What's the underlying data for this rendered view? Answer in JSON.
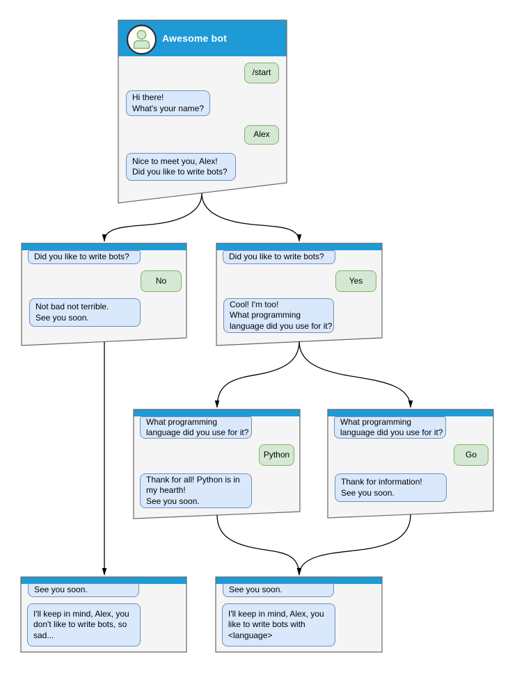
{
  "colors": {
    "header_blue": "#1E9BD7",
    "window_fill": "#F5F5F5",
    "window_border": "#666666",
    "bot_fill": "#DAE8FC",
    "bot_border": "#6C8EBF",
    "user_fill": "#D5E8D4",
    "user_border": "#82B366",
    "arrow_color": "#000000"
  },
  "windows": [
    {
      "id": "awesome-bot",
      "title": "Awesome bot",
      "avatar_icon": "person-icon",
      "messages": [
        {
          "sender": "user",
          "text": "/start"
        },
        {
          "sender": "bot",
          "text": "Hi there!\nWhat's your name?"
        },
        {
          "sender": "user",
          "text": "Alex"
        },
        {
          "sender": "bot",
          "text": "Nice to meet you, Alex!\nDid you like to write bots?"
        }
      ]
    },
    {
      "id": "branch-no",
      "title": "",
      "messages": [
        {
          "sender": "bot",
          "text": "Did you like to write bots?"
        },
        {
          "sender": "user",
          "text": "No"
        },
        {
          "sender": "bot",
          "text": "Not bad not terrible.\nSee you soon."
        }
      ]
    },
    {
      "id": "branch-yes",
      "title": "",
      "messages": [
        {
          "sender": "bot",
          "text": "Did you like to write bots?"
        },
        {
          "sender": "user",
          "text": "Yes"
        },
        {
          "sender": "bot",
          "text": "Cool! I'm too!\nWhat programming\nlanguage did you use for it?"
        }
      ]
    },
    {
      "id": "branch-python",
      "title": "",
      "messages": [
        {
          "sender": "bot",
          "text": "What programming\nlanguage did you use for it?"
        },
        {
          "sender": "user",
          "text": "Python"
        },
        {
          "sender": "bot",
          "text": "Thank for all! Python is in\nmy hearth!\nSee you soon."
        }
      ]
    },
    {
      "id": "branch-go",
      "title": "",
      "messages": [
        {
          "sender": "bot",
          "text": "What programming\nlanguage did you use for it?"
        },
        {
          "sender": "user",
          "text": "Go"
        },
        {
          "sender": "bot",
          "text": "Thank for information!\nSee you soon."
        }
      ]
    },
    {
      "id": "end-no",
      "title": "",
      "messages": [
        {
          "sender": "bot",
          "text": "See you soon."
        },
        {
          "sender": "bot",
          "text": "I'll keep in mind, Alex, you\ndon't like to write bots, so\nsad..."
        }
      ]
    },
    {
      "id": "end-yes",
      "title": "",
      "messages": [
        {
          "sender": "bot",
          "text": "See you soon."
        },
        {
          "sender": "bot",
          "text": "I'll keep in mind, Alex, you\nlike to write bots with\n<language>"
        }
      ]
    }
  ]
}
